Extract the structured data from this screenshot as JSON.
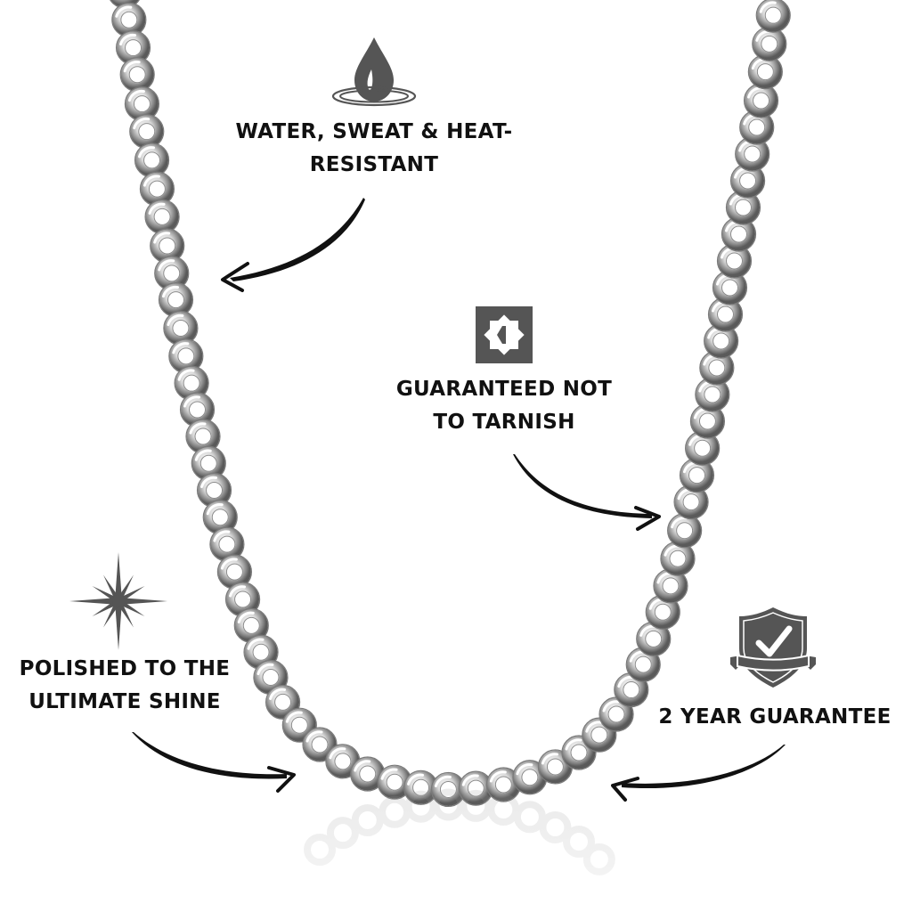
{
  "product": {
    "type": "silver rolo chain necklace",
    "colors": {
      "background": "#ffffff",
      "text": "#111111",
      "icon": "#555555",
      "chain_light": "#f2f2f2",
      "chain_dark": "#6e6e6e"
    }
  },
  "features": [
    {
      "id": "water",
      "icon": "water-drop-icon",
      "lines": [
        "WATER, SWEAT & HEAT-",
        "RESISTANT"
      ],
      "arrow_direction": "left"
    },
    {
      "id": "tarnish",
      "icon": "octagram-badge-icon",
      "lines": [
        "GUARANTEED NOT",
        "TO TARNISH"
      ],
      "arrow_direction": "right"
    },
    {
      "id": "shine",
      "icon": "sparkle-star-icon",
      "lines": [
        "POLISHED TO THE",
        "ULTIMATE SHINE"
      ],
      "arrow_direction": "right"
    },
    {
      "id": "guarantee",
      "icon": "shield-check-icon",
      "lines": [
        "2 YEAR GUARANTEE"
      ],
      "arrow_direction": "left"
    }
  ]
}
